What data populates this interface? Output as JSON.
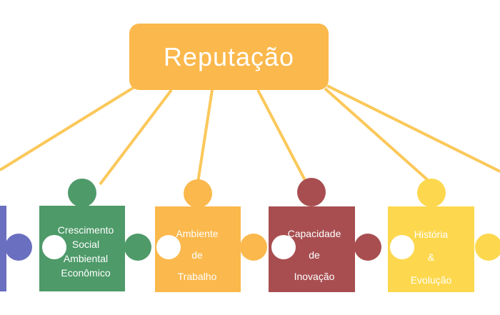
{
  "title": "Reputação",
  "colors": {
    "orange": "#FBB84C",
    "blue": "#6A6FBF",
    "green": "#4E9A69",
    "amber": "#FBB84C",
    "red": "#A84E50",
    "yellow": "#FDD84E",
    "line": "#FBC85A"
  },
  "pieces": [
    {
      "id": "blue",
      "lines": []
    },
    {
      "id": "green",
      "lines": [
        "Crescimento",
        "Social",
        "Ambiental",
        "Econômico"
      ]
    },
    {
      "id": "amber",
      "lines": [
        "Ambiente",
        "de",
        "Trabalho"
      ]
    },
    {
      "id": "red",
      "lines": [
        "Capacidade",
        "de",
        "Inovação"
      ]
    },
    {
      "id": "yellow",
      "lines": [
        "História",
        "&",
        "Evolução"
      ]
    }
  ]
}
